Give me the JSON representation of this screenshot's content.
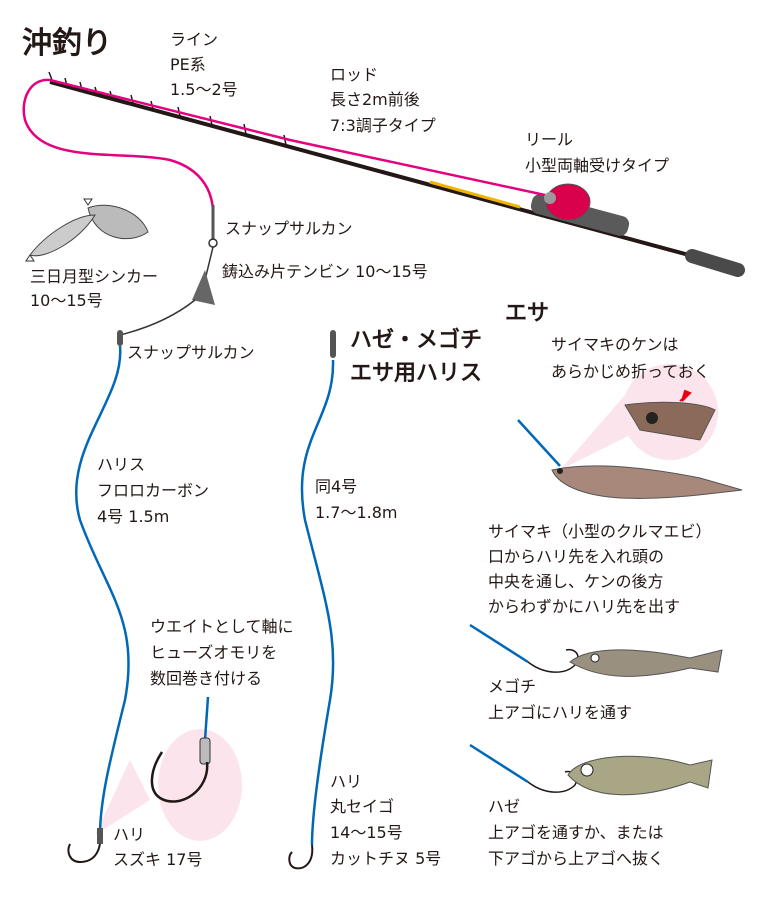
{
  "title": "沖釣り",
  "colors": {
    "line": "#e4007f",
    "leader": "#0068b7",
    "rod": "#231815",
    "rod_accent": "#f0b400",
    "reel": "#d9004c",
    "highlight": "#fbe4ec"
  },
  "line": [
    "ライン",
    "PE系",
    "1.5〜2号"
  ],
  "rod": [
    "ロッド",
    "長さ2m前後",
    "7:3調子タイプ"
  ],
  "reel": [
    "リール",
    "小型両軸受けタイプ"
  ],
  "snap1": "スナップサルカン",
  "tenbin": "鋳込み片テンビン 10〜15号",
  "sinker": [
    "三日月型シンカー",
    "10〜15号"
  ],
  "snap2": "スナップサルカン",
  "harisu_main": [
    "ハリス",
    "フロロカーボン",
    "4号 1.5m"
  ],
  "bait_harisu_title": [
    "ハゼ・メゴチ",
    "エサ用ハリス"
  ],
  "bait_harisu": [
    "同4号",
    "1.7〜1.8m"
  ],
  "esa": "エサ",
  "saimaki_note": [
    "サイマキのケンは",
    "あらかじめ折っておく"
  ],
  "saimaki": [
    "サイマキ（小型のクルマエビ）",
    "口からハリ先を入れ頭の",
    "中央を通し、ケンの後方",
    "からわずかにハリ先を出す"
  ],
  "weight_note": [
    "ウエイトとして軸に",
    "ヒューズオモリを",
    "数回巻き付ける"
  ],
  "megochi": [
    "メゴチ",
    "上アゴにハリを通す"
  ],
  "hook_bait": [
    "ハリ",
    "丸セイゴ",
    "14〜15号",
    "カットチヌ 5号"
  ],
  "hook_main": [
    "ハリ",
    "スズキ 17号"
  ],
  "haze": [
    "ハゼ",
    "上アゴを通すか、または",
    "下アゴから上アゴへ抜く"
  ]
}
